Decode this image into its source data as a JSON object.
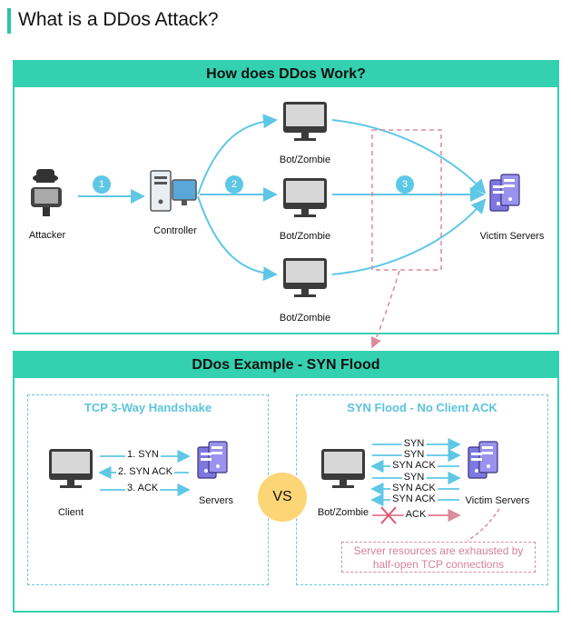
{
  "page": {
    "title": "What is a DDos Attack?"
  },
  "top": {
    "title": "How does DDos Work?",
    "attacker": "Attacker",
    "controller": "Controller",
    "bots": [
      "Bot/Zombie",
      "Bot/Zombie",
      "Bot/Zombie"
    ],
    "victim": "Victim Servers",
    "steps": [
      "1",
      "2",
      "3"
    ]
  },
  "bottom": {
    "title": "DDos Example - SYN Flood",
    "left_title": "TCP 3-Way Handshake",
    "right_title": "SYN Flood - No Client ACK",
    "client": "Client",
    "servers": "Servers",
    "handshake": [
      "1. SYN",
      "2. SYN ACK",
      "3. ACK"
    ],
    "vs": "VS",
    "bot": "Bot/Zombie",
    "victim": "Victim Servers",
    "flood": [
      "SYN",
      "SYN",
      "SYN ACK",
      "SYN",
      "SYN ACK",
      "SYN ACK",
      "ACK"
    ],
    "note": "Server resources are exhausted by half-open TCP connections"
  },
  "colors": {
    "teal": "#34d1b0",
    "arrow": "#5ec7e6",
    "accent_pink": "#d98c9b",
    "server": "#7f77e0"
  }
}
